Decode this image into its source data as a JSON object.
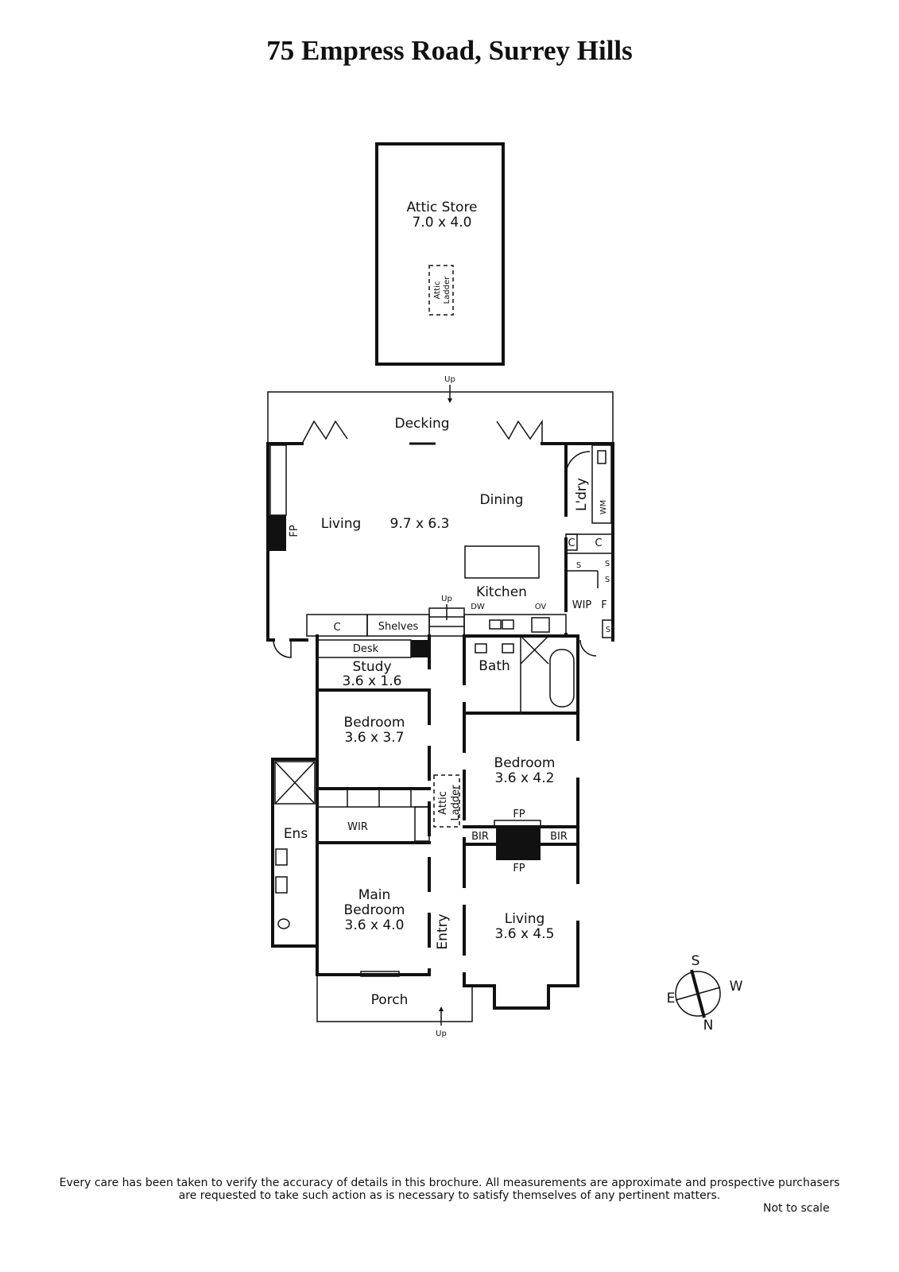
{
  "title": "75 Empress Road, Surrey Hills",
  "rooms": {
    "attic_store": {
      "name": "Attic Store",
      "size": "7.0 x 4.0"
    },
    "attic_ladder_top": "Attic",
    "attic_ladder_bottom": "Ladder",
    "decking": "Decking",
    "living_main": {
      "name": "Living",
      "size": "9.7 x 6.3"
    },
    "dining": "Dining",
    "kitchen": "Kitchen",
    "laundry": "L'dry",
    "wm": "WM",
    "c": "C",
    "s": "S",
    "wip": "WIP",
    "f": "F",
    "fp": "FP",
    "dw": "DW",
    "ov": "OV",
    "shelves": "Shelves",
    "desk": "Desk",
    "study": {
      "name": "Study",
      "size": "3.6 x 1.6"
    },
    "bath": "Bath",
    "bedroom1": {
      "name": "Bedroom",
      "size": "3.6 x 3.7"
    },
    "bedroom2": {
      "name": "Bedroom",
      "size": "3.6 x 4.2"
    },
    "wir": "WIR",
    "ens": "Ens",
    "bir": "BIR",
    "main_bedroom": {
      "name1": "Main",
      "name2": "Bedroom",
      "size": "3.6 x 4.0"
    },
    "living2": {
      "name": "Living",
      "size": "3.6 x 4.5"
    },
    "entry": "Entry",
    "porch": "Porch",
    "up": "Up"
  },
  "compass": {
    "s": "S",
    "w": "W",
    "e": "E",
    "n": "N"
  },
  "footer": {
    "line1": "Every care has been taken to verify the accuracy of details in this brochure.  All measurements are approximate and prospective purchasers",
    "line2": "are requested to take such action as is necessary to satisfy themselves of any pertinent matters.",
    "not_to_scale": "Not to scale"
  }
}
